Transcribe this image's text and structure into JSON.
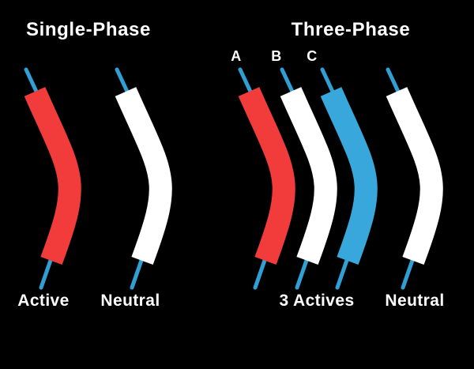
{
  "colors": {
    "background": "#000000",
    "text": "#FFFFFF",
    "active_red": "#F23B3B",
    "neutral_white": "#FFFFFF",
    "phase_blue": "#38A8DC",
    "lead_blue": "#2F9FD4"
  },
  "single_phase": {
    "title": "Single-Phase",
    "active_label": "Active",
    "neutral_label": "Neutral"
  },
  "three_phase": {
    "title": "Three-Phase",
    "phase_labels": [
      "A",
      "B",
      "C"
    ],
    "actives_label": "3 Actives",
    "neutral_label": "Neutral"
  },
  "wires": [
    {
      "id": "single-active",
      "color": "#F23B3B"
    },
    {
      "id": "single-neutral",
      "color": "#FFFFFF"
    },
    {
      "id": "three-active-a",
      "color": "#F23B3B"
    },
    {
      "id": "three-active-b",
      "color": "#FFFFFF"
    },
    {
      "id": "three-active-c",
      "color": "#38A8DC"
    },
    {
      "id": "three-neutral",
      "color": "#FFFFFF"
    }
  ]
}
